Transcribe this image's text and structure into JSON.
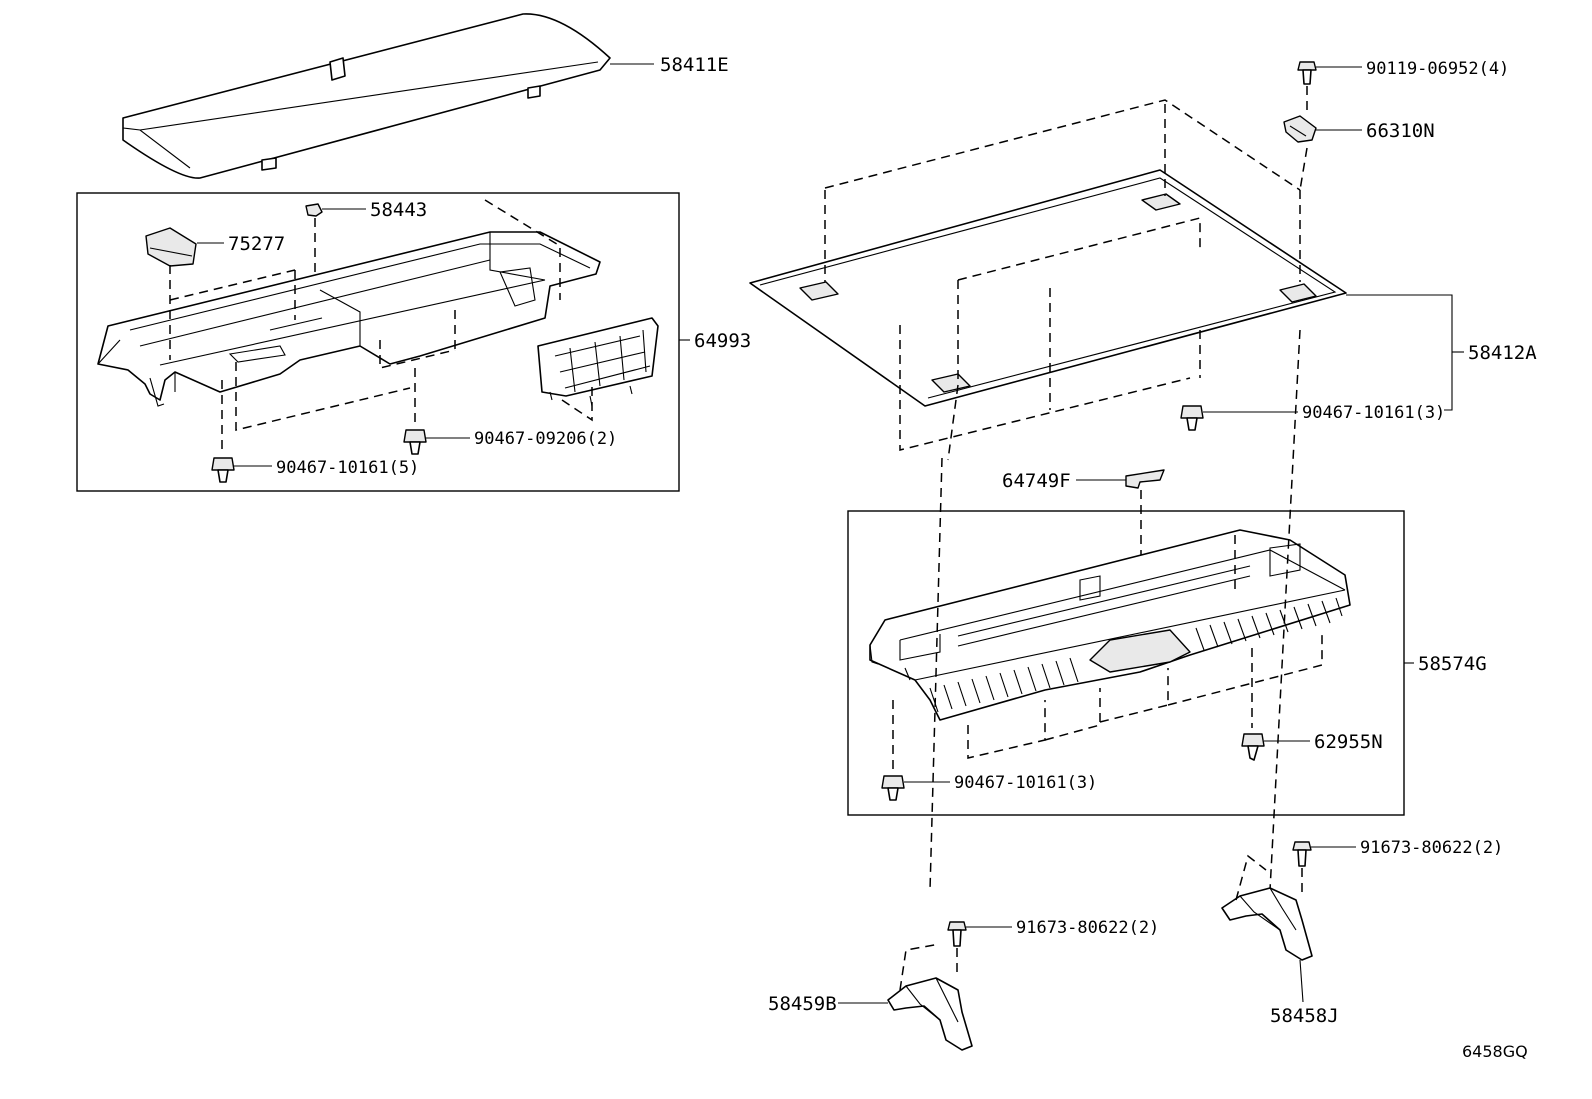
{
  "diagram": {
    "drawing_code": "6458GQ",
    "labels": {
      "p58411E": "58411E",
      "p58443": "58443",
      "p75277": "75277",
      "p64993": "64993",
      "p90467_09206": "90467-09206(2)",
      "p90467_10161_5": "90467-10161(5)",
      "p90119_06952": "90119-06952(4)",
      "p66310N": "66310N",
      "p58412A": "58412A",
      "p90467_10161_3a": "90467-10161(3)",
      "p64749F": "64749F",
      "p58574G": "58574G",
      "p62955N": "62955N",
      "p90467_10161_3b": "90467-10161(3)",
      "p91673_80622_a": "91673-80622(2)",
      "p91673_80622_b": "91673-80622(2)",
      "p58459B": "58459B",
      "p58458J": "58458J"
    }
  }
}
